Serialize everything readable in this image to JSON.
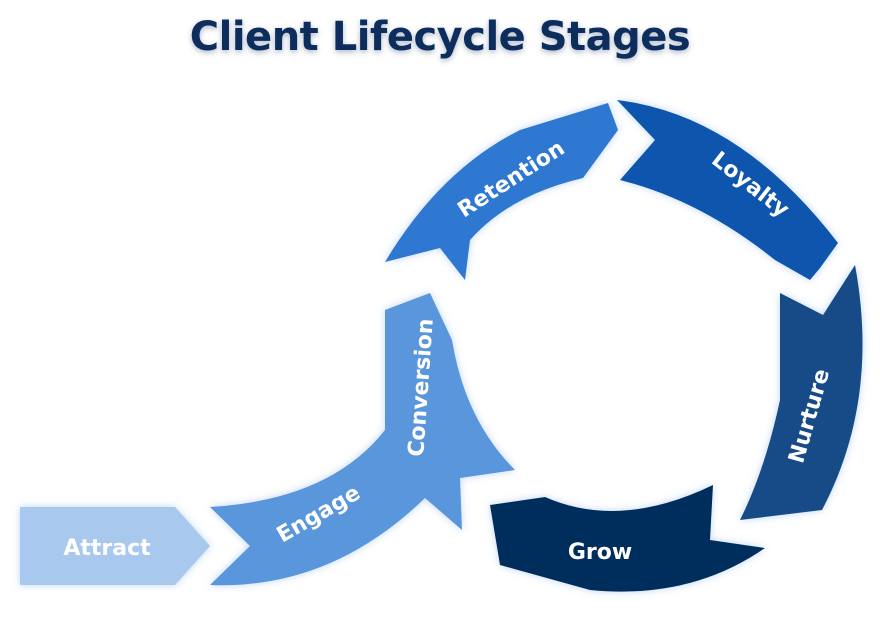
{
  "title": "Client Lifecycle Stages",
  "stages": [
    {
      "id": "attract",
      "label": "Attract",
      "color": "#a8c8ee"
    },
    {
      "id": "engage",
      "label": "Engage",
      "color": "#5a96dc"
    },
    {
      "id": "conversion",
      "label": "Conversion",
      "color": "#5a96dc"
    },
    {
      "id": "retention",
      "label": "Retention",
      "color": "#2f78d2"
    },
    {
      "id": "loyalty",
      "label": "Loyalty",
      "color": "#0f55ad"
    },
    {
      "id": "nurture",
      "label": "Nurture",
      "color": "#124b87"
    },
    {
      "id": "grow",
      "label": "Grow",
      "color": "#032f5c"
    }
  ]
}
